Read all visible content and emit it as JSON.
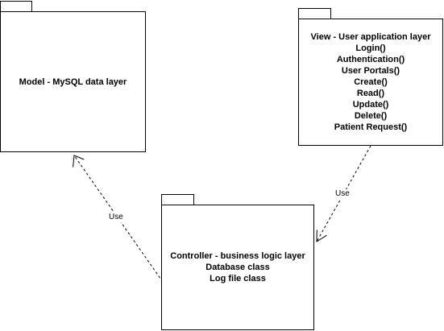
{
  "packages": {
    "model": {
      "lines": [
        "Model - MySQL data layer"
      ]
    },
    "view": {
      "lines": [
        "View - User application layer",
        "Login()",
        "Authentication()",
        "User Portals()",
        "Create()",
        "Read()",
        "Update()",
        "Delete()",
        "Patient Request()"
      ]
    },
    "controller": {
      "lines": [
        "Controller - business logic layer",
        "Database class",
        "Log file class"
      ]
    }
  },
  "edges": {
    "controller_to_model": {
      "label": "Use"
    },
    "view_to_controller": {
      "label": "Use"
    }
  },
  "colors": {
    "stroke": "#000000",
    "fill": "#ffffff"
  }
}
